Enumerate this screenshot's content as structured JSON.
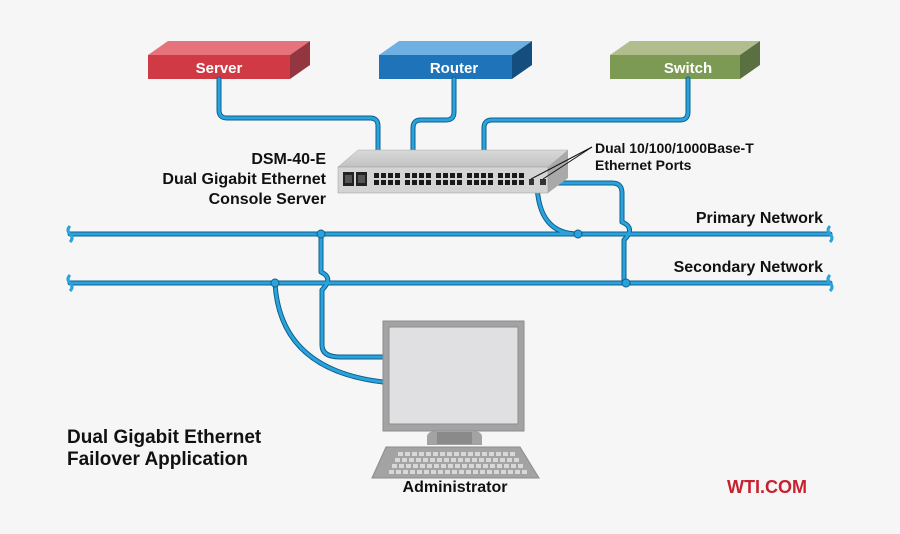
{
  "devices": {
    "server": {
      "label": "Server",
      "color": "#cf3a44"
    },
    "router": {
      "label": "Router",
      "color": "#1f73b8"
    },
    "switch": {
      "label": "Switch",
      "color": "#7d9a55"
    }
  },
  "console_server": {
    "model": "DSM-40-E",
    "line2": "Dual Gigabit Ethernet",
    "line3": "Console Server"
  },
  "ports_callout": {
    "line1": "Dual 10/100/1000Base-T",
    "line2": "Ethernet Ports"
  },
  "networks": {
    "primary": "Primary Network",
    "secondary": "Secondary Network"
  },
  "workstation": {
    "label": "Administrator"
  },
  "application_title": {
    "line1": "Dual Gigabit Ethernet",
    "line2": "Failover Application"
  },
  "brand": {
    "label": "WTI.COM",
    "color": "#c8202f"
  },
  "colors": {
    "cable": "#2aa3dc",
    "cable_dark": "#0e5f8c"
  }
}
